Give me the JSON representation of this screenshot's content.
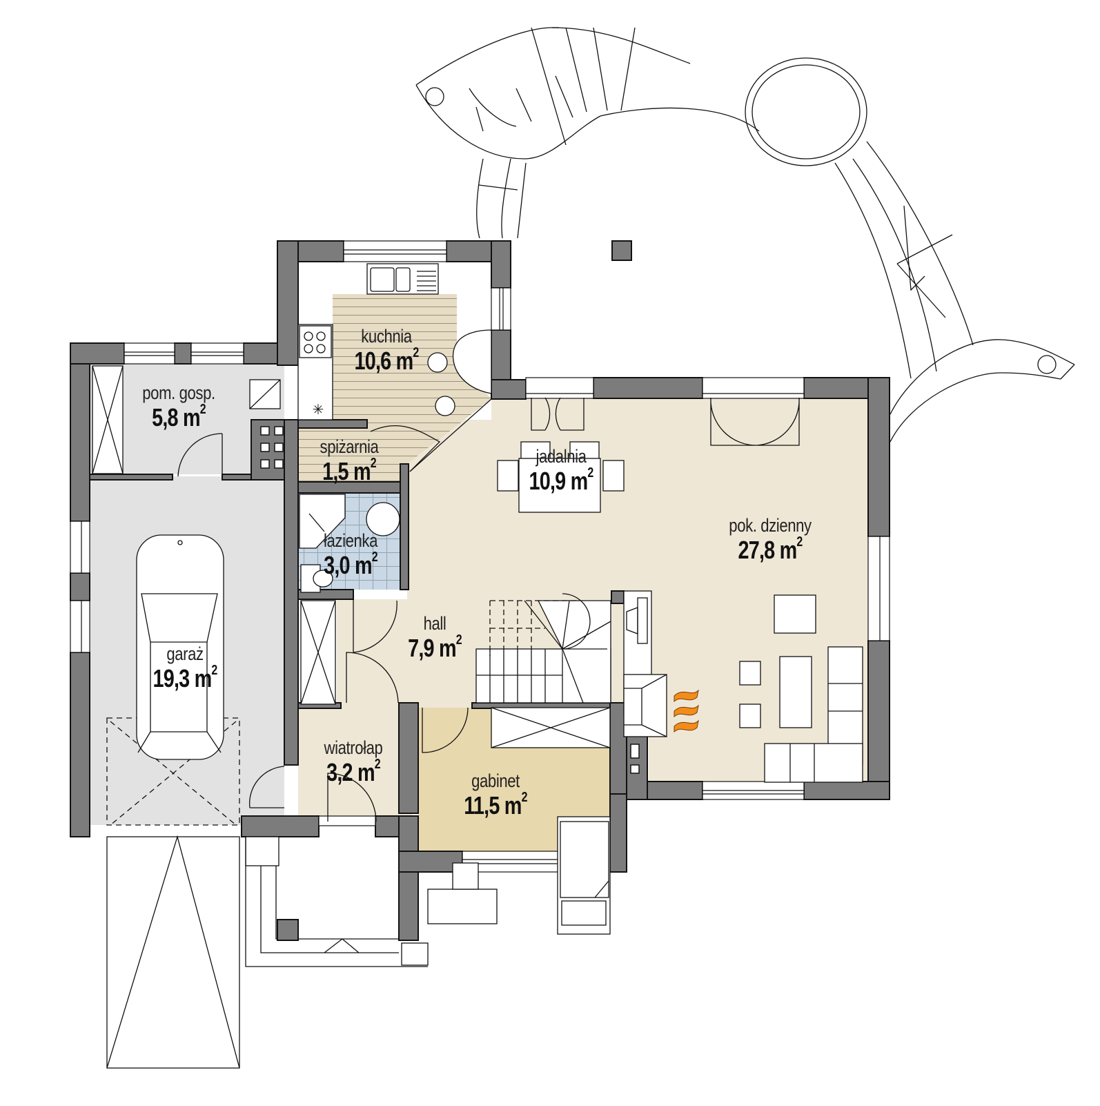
{
  "plan": {
    "title": "Ground floor plan",
    "colors": {
      "wall": "#7d7c7d",
      "wall_outline": "#111111",
      "living_floor": "#efe7d6",
      "kitchen_floor": "#e7dcc4",
      "kitchen_stripe": "#9a9080",
      "study_floor": "#e8d8ae",
      "garage_floor": "#e2e2e2",
      "bathroom_tile": "#c9d8e4",
      "fire": "#f28c1a"
    },
    "rooms": [
      {
        "id": "pom-gosp",
        "name": "pom. gosp.",
        "area": "5,8",
        "unit": "m",
        "exp": "2"
      },
      {
        "id": "kuchnia",
        "name": "kuchnia",
        "area": "10,6",
        "unit": "m",
        "exp": "2"
      },
      {
        "id": "spizarnia",
        "name": "spiżarnia",
        "area": "1,5",
        "unit": "m",
        "exp": "2"
      },
      {
        "id": "lazienka",
        "name": "łazienka",
        "area": "3,0",
        "unit": "m",
        "exp": "2"
      },
      {
        "id": "jadalnia",
        "name": "jadalnia",
        "area": "10,9",
        "unit": "m",
        "exp": "2"
      },
      {
        "id": "pok-dzienny",
        "name": "pok. dzienny",
        "area": "27,8",
        "unit": "m",
        "exp": "2"
      },
      {
        "id": "hall",
        "name": "hall",
        "area": "7,9",
        "unit": "m",
        "exp": "2"
      },
      {
        "id": "garaz",
        "name": "garaż",
        "area": "19,3",
        "unit": "m",
        "exp": "2"
      },
      {
        "id": "wiatrolap",
        "name": "wiatrołap",
        "area": "3,2",
        "unit": "m",
        "exp": "2"
      },
      {
        "id": "gabinet",
        "name": "gabinet",
        "area": "11,5",
        "unit": "m",
        "exp": "2"
      }
    ]
  }
}
